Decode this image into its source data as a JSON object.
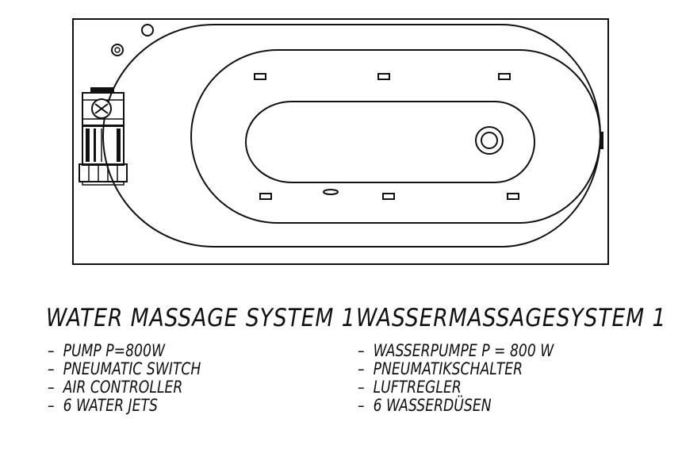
{
  "diagram": {
    "title_en": "WATER MASSAGE SYSTEM 1",
    "title_de": "WASSERMASSAGESYSTEM 1",
    "specs_en": [
      "PUMP P=800W",
      "PNEUMATIC SWITCH",
      "AIR CONTROLLER",
      "6 WATER JETS"
    ],
    "specs_de": [
      "WASSERPUMPE P = 800 W",
      "PNEUMATIKSCHALTER",
      "LUFTREGLER",
      "6 WASSERDÜSEN"
    ]
  },
  "colors": {
    "line": "#111111",
    "background": "#ffffff"
  }
}
